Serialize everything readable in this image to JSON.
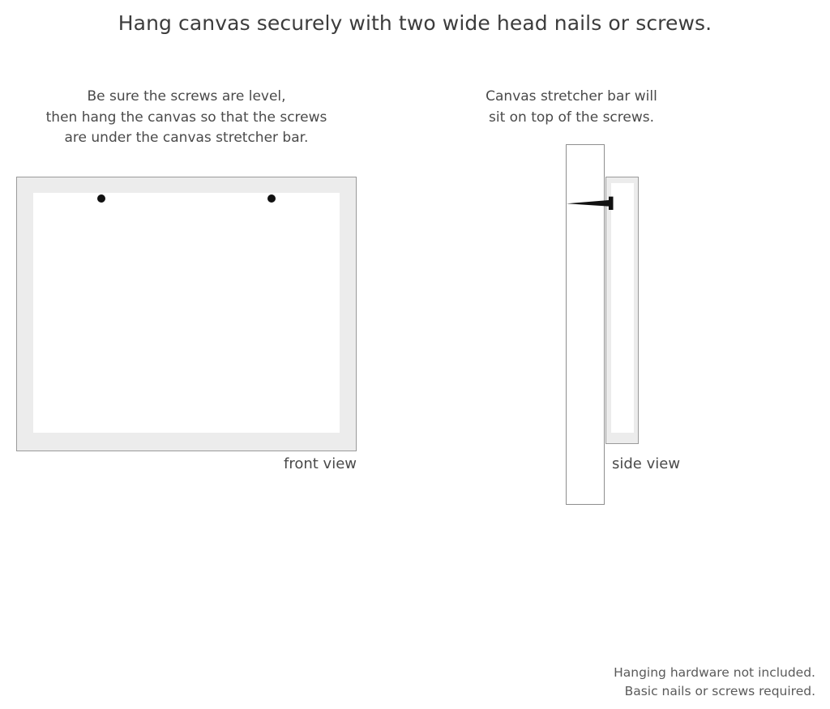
{
  "headline": "Hang canvas securely with two wide head nails or screws.",
  "captions": {
    "left": {
      "line1": "Be sure the screws are level,",
      "line2": "then hang the canvas so that the screws",
      "line3": "are under the canvas stretcher bar."
    },
    "right": {
      "line1": "Canvas stretcher bar will",
      "line2": "sit on top of the screws."
    }
  },
  "front_view": {
    "label": "front view",
    "frame_color": "#ececec",
    "frame_border_color": "#9a9a9a",
    "inner_color": "#ffffff",
    "screws": [
      {
        "name": "left-screw",
        "color": "#111111"
      },
      {
        "name": "right-screw",
        "color": "#111111"
      }
    ]
  },
  "side_view": {
    "label": "side view",
    "wall_color": "#ffffff",
    "wall_border_color": "#8e8e8e",
    "canvas_color": "#ececec",
    "canvas_border_color": "#9a9a9a",
    "screw_color": "#111111"
  },
  "footer": {
    "line1": "Hanging hardware not included.",
    "line2": "Basic nails or screws required."
  }
}
